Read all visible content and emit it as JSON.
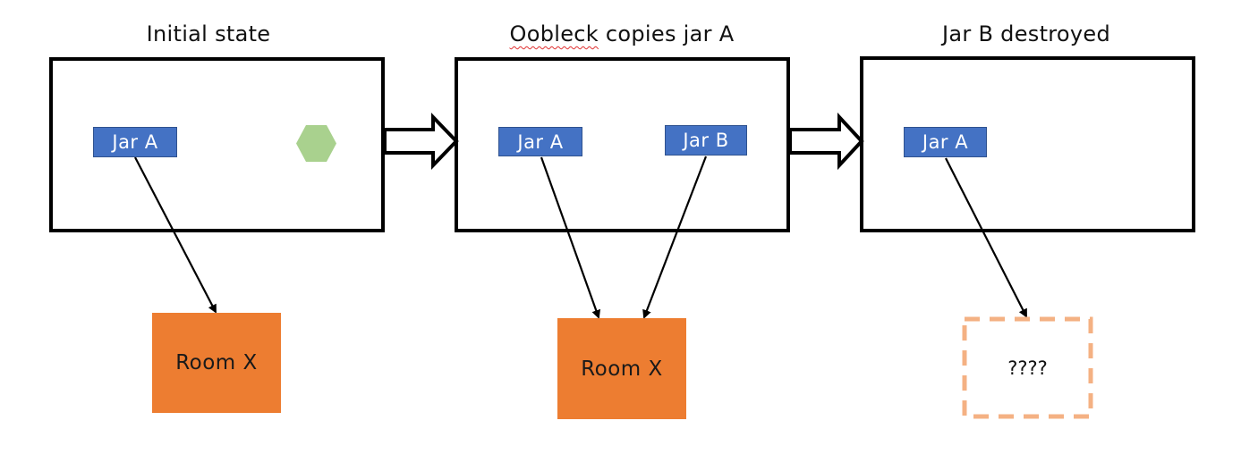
{
  "diagram": {
    "panels": [
      {
        "title": "Initial state",
        "jars": [
          {
            "label": "Jar A"
          }
        ],
        "has_oobleck": true,
        "room": {
          "label": "Room X",
          "style": "solid"
        }
      },
      {
        "title_parts": [
          "Oobleck",
          " copies jar A"
        ],
        "title": "Oobleck copies jar A",
        "jars": [
          {
            "label": "Jar A"
          },
          {
            "label": "Jar B"
          }
        ],
        "room": {
          "label": "Room X",
          "style": "solid"
        }
      },
      {
        "title": "Jar B destroyed",
        "jars": [
          {
            "label": "Jar A"
          }
        ],
        "room": {
          "label": "????",
          "style": "dashed"
        }
      }
    ],
    "colors": {
      "jar_fill": "#4472c4",
      "room_fill": "#ed7d31",
      "unknown_room_border": "#f4b183",
      "oobleck_fill": "#a9d18e",
      "frame_border": "#000000"
    }
  }
}
